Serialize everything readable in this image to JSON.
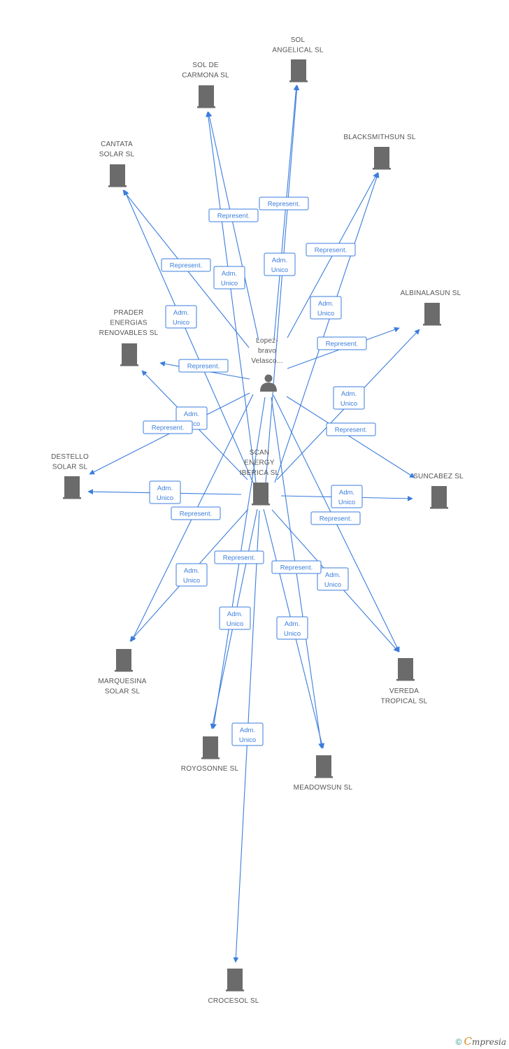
{
  "nodes": {
    "person": {
      "type": "person",
      "label": [
        "Lopez-",
        "bravo",
        "Velasco..."
      ]
    },
    "scan": {
      "type": "company",
      "label": [
        "SCAN",
        "ENERGY",
        "IBERICA SL"
      ]
    },
    "sol_angelical": {
      "type": "company",
      "label": [
        "SOL",
        "ANGELICAL SL"
      ]
    },
    "sol_carmona": {
      "type": "company",
      "label": [
        "SOL DE",
        "CARMONA SL"
      ]
    },
    "blacksmithsun": {
      "type": "company",
      "label": [
        "BLACKSMITHSUN SL"
      ]
    },
    "cantata": {
      "type": "company",
      "label": [
        "CANTATA",
        "SOLAR SL"
      ]
    },
    "albinalasun": {
      "type": "company",
      "label": [
        "ALBINALASUN SL"
      ]
    },
    "prader": {
      "type": "company",
      "label": [
        "PRADER",
        "ENERGIAS",
        "RENOVABLES SL"
      ]
    },
    "destello": {
      "type": "company",
      "label": [
        "DESTELLO",
        "SOLAR SL"
      ]
    },
    "suncabez": {
      "type": "company",
      "label": [
        "SUNCABEZ SL"
      ]
    },
    "marquesina": {
      "type": "company",
      "label": [
        "MARQUESINA",
        "SOLAR SL"
      ]
    },
    "vereda": {
      "type": "company",
      "label": [
        "VEREDA",
        "TROPICAL SL"
      ]
    },
    "royosonne": {
      "type": "company",
      "label": [
        "ROYOSONNE SL"
      ]
    },
    "meadowsun": {
      "type": "company",
      "label": [
        "MEADOWSUN SL"
      ]
    },
    "crocesol": {
      "type": "company",
      "label": [
        "CROCESOL SL"
      ]
    }
  },
  "edges": [
    {
      "from": "person",
      "to": "sol_angelical",
      "label": [
        "Represent."
      ]
    },
    {
      "from": "scan",
      "to": "sol_angelical",
      "label": [
        "Adm.",
        "Unico"
      ]
    },
    {
      "from": "person",
      "to": "sol_carmona",
      "label": [
        "Represent."
      ]
    },
    {
      "from": "scan",
      "to": "sol_carmona",
      "label": [
        "Adm.",
        "Unico"
      ]
    },
    {
      "from": "person",
      "to": "blacksmithsun",
      "label": [
        "Represent."
      ]
    },
    {
      "from": "scan",
      "to": "blacksmithsun",
      "label": [
        "Adm.",
        "Unico"
      ]
    },
    {
      "from": "person",
      "to": "cantata",
      "label": [
        "Represent."
      ]
    },
    {
      "from": "scan",
      "to": "cantata",
      "label": [
        "Adm.",
        "Unico"
      ]
    },
    {
      "from": "person",
      "to": "albinalasun",
      "label": [
        "Represent."
      ]
    },
    {
      "from": "scan",
      "to": "albinalasun",
      "label": [
        "Adm.",
        "Unico"
      ]
    },
    {
      "from": "person",
      "to": "prader",
      "label": [
        "Represent."
      ]
    },
    {
      "from": "scan",
      "to": "prader",
      "label": [
        "Adm.",
        "Unico"
      ]
    },
    {
      "from": "person",
      "to": "destello",
      "label": [
        "Represent."
      ]
    },
    {
      "from": "scan",
      "to": "destello",
      "label": [
        "Adm.",
        "Unico"
      ]
    },
    {
      "from": "person",
      "to": "suncabez",
      "label": [
        "Represent."
      ]
    },
    {
      "from": "scan",
      "to": "suncabez",
      "label": [
        "Adm.",
        "Unico"
      ]
    },
    {
      "from": "person",
      "to": "marquesina",
      "label": [
        "Represent."
      ]
    },
    {
      "from": "scan",
      "to": "marquesina",
      "label": [
        "Adm.",
        "Unico"
      ]
    },
    {
      "from": "person",
      "to": "vereda",
      "label": [
        "Represent."
      ]
    },
    {
      "from": "scan",
      "to": "vereda",
      "label": [
        "Adm.",
        "Unico"
      ]
    },
    {
      "from": "person",
      "to": "royosonne",
      "label": [
        "Represent."
      ]
    },
    {
      "from": "scan",
      "to": "royosonne",
      "label": [
        "Adm.",
        "Unico"
      ]
    },
    {
      "from": "person",
      "to": "meadowsun",
      "label": [
        "Represent."
      ]
    },
    {
      "from": "scan",
      "to": "meadowsun",
      "label": [
        "Adm.",
        "Unico"
      ]
    },
    {
      "from": "scan",
      "to": "crocesol",
      "label": [
        "Adm.",
        "Unico"
      ]
    }
  ],
  "colors": {
    "edge": "#3b7ddd",
    "icon": "#6b6b6b",
    "label": "#555555"
  },
  "footer": {
    "copyright": "©",
    "brand_initial": "C",
    "brand_rest": "mpresia"
  }
}
